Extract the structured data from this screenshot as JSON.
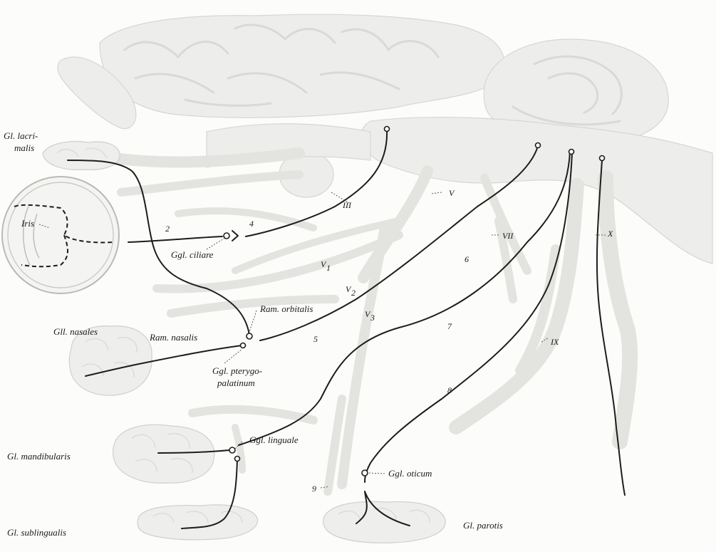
{
  "labels": {
    "gl_lacrimalis": "Gl. lacri-",
    "gl_lacrimalis_2": "malis",
    "iris": "Iris",
    "ggl_ciliare": "Ggl. ciliare",
    "num_2": "2",
    "num_4": "4",
    "cn_III": "III",
    "cn_V": "V",
    "cn_V1": "V",
    "cn_V1_sub": "1",
    "cn_V2": "V",
    "cn_V2_sub": "2",
    "cn_V3": "V",
    "cn_V3_sub": "3",
    "cn_VII": "VII",
    "cn_IX": "IX",
    "cn_X": "X",
    "num_6": "6",
    "num_7": "7",
    "num_5": "5",
    "num_8": "8",
    "num_9": "9",
    "ram_orbitalis": "Ram. orbitalis",
    "ram_nasalis": "Ram. nasalis",
    "gll_nasales": "Gll. nasales",
    "ggl_pterygopalatinum": "Ggl. pterygo-",
    "ggl_pterygopalatinum_2": "palatinum",
    "gl_mandibularis": "Gl. mandibularis",
    "ggl_linguale": "Ggl. linguale",
    "gl_sublingualis": "Gl. sublingualis",
    "ggl_oticum": "Ggl. oticum",
    "gl_parotis": "Gl. parotis"
  },
  "colors": {
    "background": "#fcfcfa",
    "brain": "#ededeb",
    "nerve_line": "#1d1d1d"
  }
}
